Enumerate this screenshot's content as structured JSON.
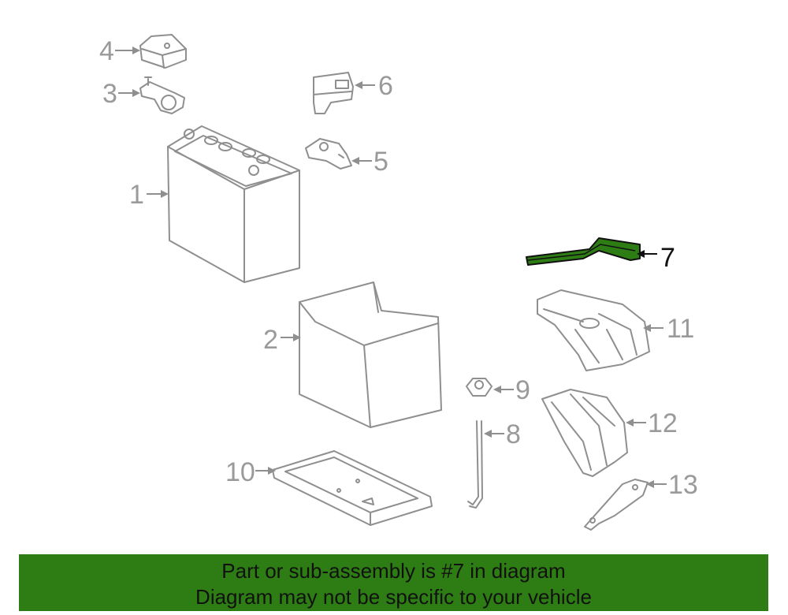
{
  "callouts": {
    "c1": "1",
    "c2": "2",
    "c3": "3",
    "c4": "4",
    "c5": "5",
    "c6": "6",
    "c7": "7",
    "c8": "8",
    "c9": "9",
    "c10": "10",
    "c11": "11",
    "c12": "12",
    "c13": "13"
  },
  "highlight": {
    "part": "7",
    "color": "#2d7d14"
  },
  "banner": {
    "line1": "Part or sub-assembly is #7 in diagram",
    "line2": "Diagram may not be specific to your vehicle",
    "color": "#2d7d14"
  }
}
